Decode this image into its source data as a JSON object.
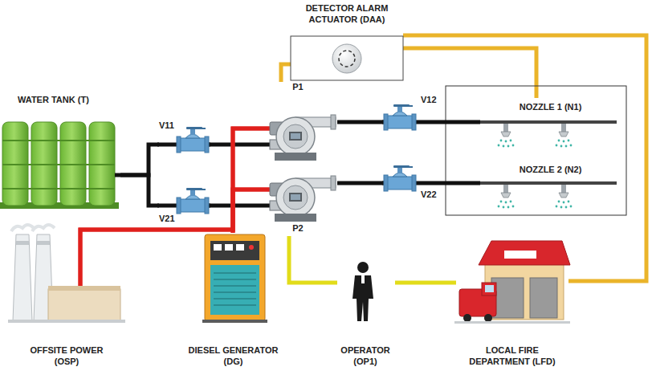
{
  "diagram": {
    "nodes": [
      {
        "text": [
          "DETECTOR ALARM ACTUATOR (DAA)"
        ]
      },
      {
        "text": [
          "WATER TANK (T)"
        ]
      },
      {
        "text": [
          "V11"
        ]
      },
      {
        "text": [
          "P1"
        ]
      },
      {
        "text": [
          "V12"
        ]
      },
      {
        "text": [
          "NOZZLE 1 (N1)"
        ]
      },
      {
        "text": [
          "V21"
        ]
      },
      {
        "text": [
          "P2"
        ]
      },
      {
        "text": [
          "V22"
        ]
      },
      {
        "text": [
          "NOZZLE 2 (N2)"
        ]
      },
      {
        "text": [
          "OFFSITE POWER (OSP)"
        ]
      },
      {
        "text": [
          "DIESEL GENERATOR (DG)"
        ]
      },
      {
        "text": [
          "OPERATOR (OP1)"
        ]
      },
      {
        "text": [
          "LOCAL FIRE DEPARTMENT (LFD)"
        ]
      }
    ],
    "edges": [
      {
        "from": 1,
        "to": 2,
        "arrow": "none"
      },
      {
        "from": 1,
        "to": 6,
        "arrow": "none"
      },
      {
        "from": 2,
        "to": 3,
        "arrow": "none"
      },
      {
        "from": 6,
        "to": 7,
        "arrow": "none"
      },
      {
        "from": 3,
        "to": 4,
        "arrow": "none"
      },
      {
        "from": 4,
        "to": 5,
        "arrow": "none"
      },
      {
        "from": 7,
        "to": 8,
        "arrow": "none"
      },
      {
        "from": 8,
        "to": 9,
        "arrow": "none"
      },
      {
        "from": 10,
        "to": 3,
        "arrow": "none"
      },
      {
        "from": 10,
        "to": 7,
        "arrow": "none"
      },
      {
        "from": 11,
        "to": 3,
        "arrow": "none"
      },
      {
        "from": 11,
        "to": 7,
        "arrow": "none"
      },
      {
        "from": 0,
        "to": 3,
        "arrow": "none"
      },
      {
        "from": 0,
        "to": 5,
        "arrow": "none"
      },
      {
        "from": 0,
        "to": 13,
        "arrow": "none"
      },
      {
        "from": 7,
        "to": 12,
        "arrow": "none"
      },
      {
        "from": 12,
        "to": 13,
        "arrow": "none"
      }
    ]
  }
}
